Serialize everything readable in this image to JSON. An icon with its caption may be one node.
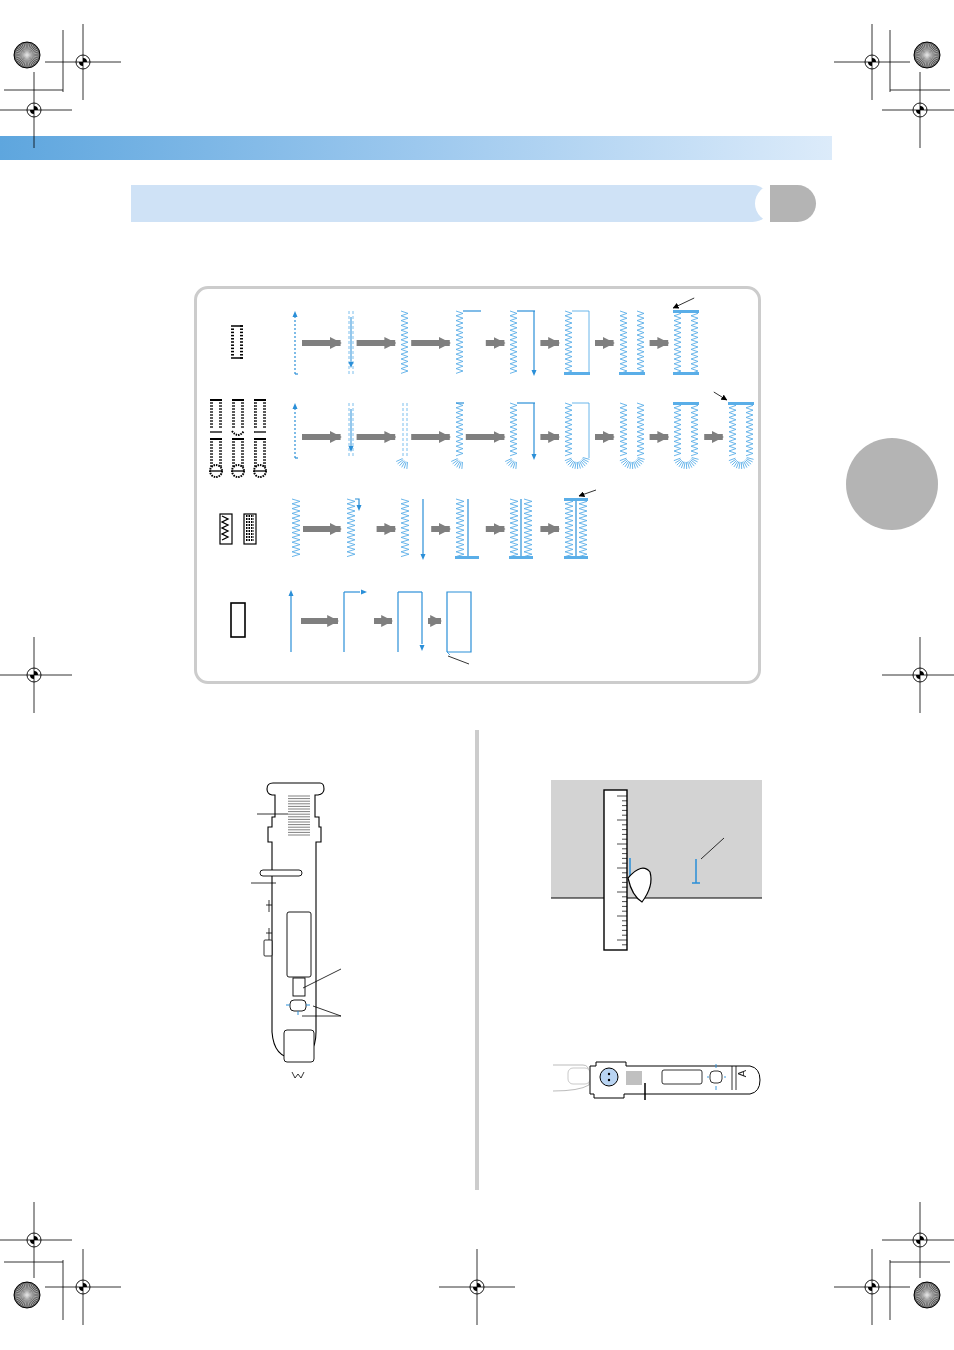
{
  "diagram": {
    "nodes": [
      {
        "text": [],
        "shape": "bar"
      },
      {
        "text": [],
        "shape": "picture"
      },
      {
        "text": [],
        "shape": "picture"
      },
      {
        "text": [],
        "shape": "picture"
      },
      {
        "text": [],
        "shape": "picture"
      },
      {
        "text": [],
        "shape": "picture"
      },
      {
        "text": [],
        "shape": "picture"
      },
      {
        "text": [],
        "shape": "picture"
      },
      {
        "text": [],
        "shape": "picture"
      },
      {
        "text": [],
        "shape": "picture"
      },
      {
        "text": [],
        "shape": "picture"
      },
      {
        "text": [],
        "shape": "picture"
      },
      {
        "text": [],
        "shape": "picture"
      },
      {
        "text": [],
        "shape": "picture"
      },
      {
        "text": [],
        "shape": "picture"
      },
      {
        "text": [],
        "shape": "picture"
      },
      {
        "text": [],
        "shape": "picture"
      },
      {
        "text": [],
        "shape": "picture"
      },
      {
        "text": [],
        "shape": "picture"
      },
      {
        "text": [],
        "shape": "picture"
      },
      {
        "text": [],
        "shape": "picture"
      },
      {
        "text": [],
        "shape": "picture"
      },
      {
        "text": [],
        "shape": "picture"
      },
      {
        "text": [],
        "shape": "picture"
      },
      {
        "text": [],
        "shape": "picture"
      },
      {
        "text": [],
        "shape": "picture"
      },
      {
        "text": [],
        "shape": "picture"
      },
      {
        "text": [],
        "shape": "box"
      },
      {
        "text": [],
        "shape": "picture"
      },
      {
        "text": [],
        "shape": "picture"
      },
      {
        "text": [],
        "shape": "picture"
      },
      {
        "text": [],
        "shape": "box"
      },
      {
        "text": [],
        "shape": "circle"
      }
    ],
    "edges": [
      {
        "from": 2,
        "to": 3,
        "arrow": "to"
      },
      {
        "from": 3,
        "to": 4,
        "arrow": "to"
      },
      {
        "from": 4,
        "to": 5,
        "arrow": "to"
      },
      {
        "from": 5,
        "to": 6,
        "arrow": "to"
      },
      {
        "from": 6,
        "to": 7,
        "arrow": "to"
      },
      {
        "from": 7,
        "to": 8,
        "arrow": "to"
      },
      {
        "from": 8,
        "to": 9,
        "arrow": "to"
      },
      {
        "from": 11,
        "to": 12,
        "arrow": "to"
      },
      {
        "from": 12,
        "to": 13,
        "arrow": "to"
      },
      {
        "from": 13,
        "to": 14,
        "arrow": "to"
      },
      {
        "from": 14,
        "to": 15,
        "arrow": "to"
      },
      {
        "from": 15,
        "to": 16,
        "arrow": "to"
      },
      {
        "from": 16,
        "to": 17,
        "arrow": "to"
      },
      {
        "from": 17,
        "to": 18,
        "arrow": "to"
      },
      {
        "from": 18,
        "to": 19,
        "arrow": "to"
      },
      {
        "from": 21,
        "to": 22,
        "arrow": "to"
      },
      {
        "from": 22,
        "to": 23,
        "arrow": "to"
      },
      {
        "from": 23,
        "to": 24,
        "arrow": "to"
      },
      {
        "from": 24,
        "to": 25,
        "arrow": "to"
      },
      {
        "from": 25,
        "to": 26,
        "arrow": "to"
      },
      {
        "from": 28,
        "to": 29,
        "arrow": "to"
      },
      {
        "from": 29,
        "to": 30,
        "arrow": "to"
      },
      {
        "from": 30,
        "to": 31,
        "arrow": "to"
      },
      {
        "from": null,
        "to": 9,
        "arrow": "to",
        "color": "#000000"
      },
      {
        "from": null,
        "to": 19,
        "arrow": "to",
        "color": "#000000"
      },
      {
        "from": null,
        "to": 26,
        "arrow": "to",
        "color": "#000000"
      },
      {
        "from": 31,
        "to": null,
        "arrow": "none",
        "color": "#000000"
      }
    ],
    "labels": [
      "A"
    ]
  }
}
